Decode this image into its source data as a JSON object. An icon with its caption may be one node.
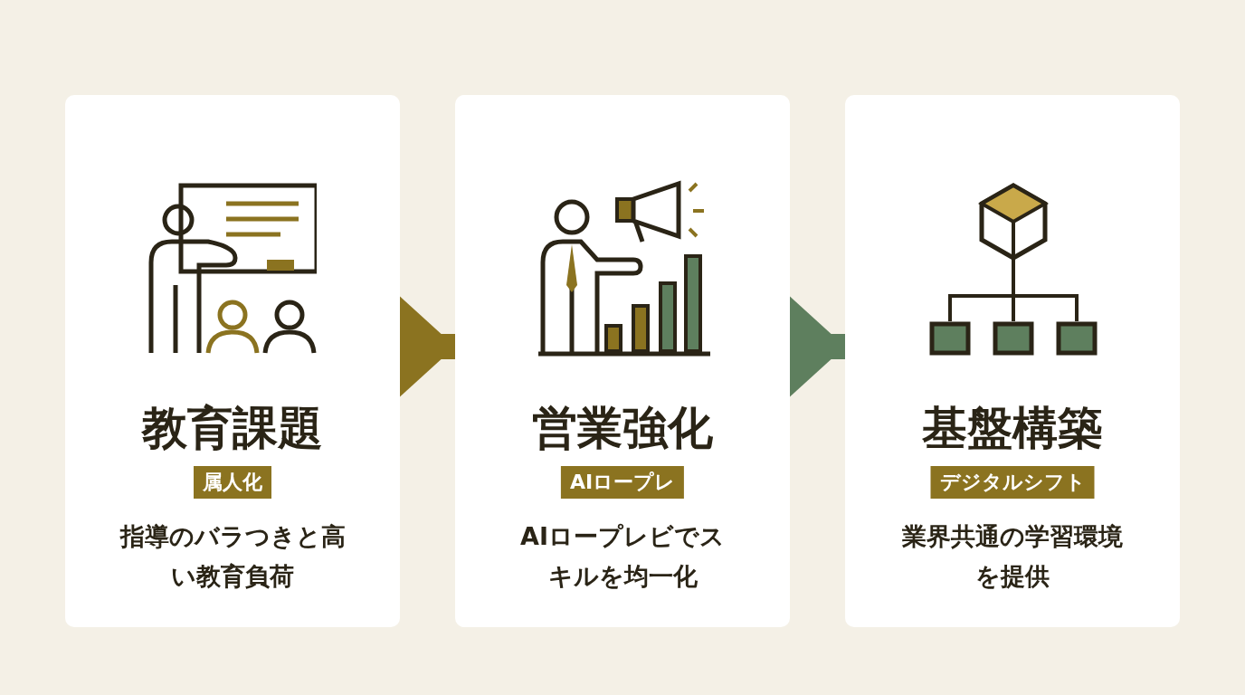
{
  "diagram": {
    "nodes": [
      {
        "text": [
          "教育課題",
          "指導のバラつきと高い教育負荷"
        ]
      },
      {
        "text": [
          "属人化"
        ],
        "in": 0
      },
      {
        "text": [
          "営業強化",
          "AIロープレビでスキルを均一化"
        ]
      },
      {
        "text": [
          "AIロープレ"
        ],
        "in": 2
      },
      {
        "text": [
          "基盤構築",
          "業界共通の学習環境を提供"
        ]
      },
      {
        "text": [
          "デジタルシフト"
        ],
        "in": 4
      }
    ],
    "edges": [
      {
        "from": 0,
        "to": 2,
        "arrow": "to",
        "color": "#8b7320"
      },
      {
        "from": 2,
        "to": 4,
        "arrow": "to",
        "color": "#5e7f5e"
      }
    ]
  }
}
